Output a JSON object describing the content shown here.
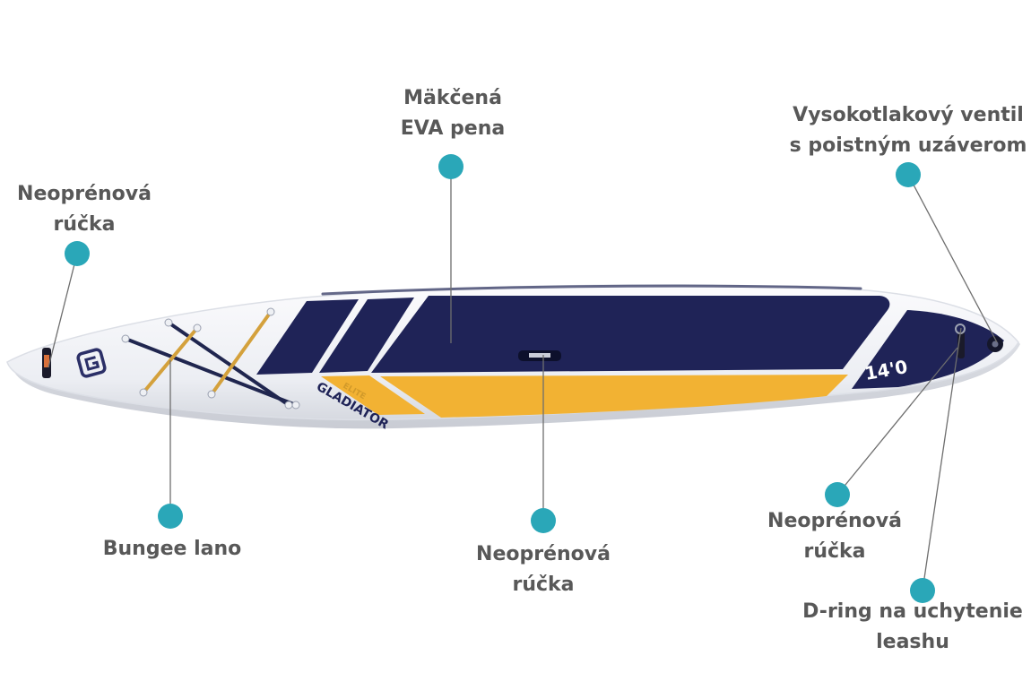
{
  "brand": {
    "name": "GLADIATOR",
    "model": "ELITE",
    "size": "14'0"
  },
  "colors": {
    "label_text": "#585858",
    "marker": "#2aa7b8",
    "leader_line": "#6e6e6e",
    "board_white": "#f4f5f8",
    "navy_pad": "#1f2357",
    "yellow_pad": "#f2b233",
    "bungee_navy": "#20264f",
    "bungee_gold": "#d4a13c"
  },
  "callouts": {
    "eva_pad": {
      "line1": "Mäkčená",
      "line2": "EVA pena"
    },
    "valve": {
      "line1": "Vysokotlakový ventil",
      "line2": "s poistným uzáverom"
    },
    "nose_handle": {
      "line1": "Neoprénová",
      "line2": "rúčka"
    },
    "bungee": {
      "line1": "Bungee lano"
    },
    "center_handle": {
      "line1": "Neoprénová",
      "line2": "rúčka"
    },
    "tail_handle": {
      "line1": "Neoprénová",
      "line2": "rúčka"
    },
    "d_ring": {
      "line1": "D-ring na uchytenie",
      "line2": "leashu"
    }
  }
}
